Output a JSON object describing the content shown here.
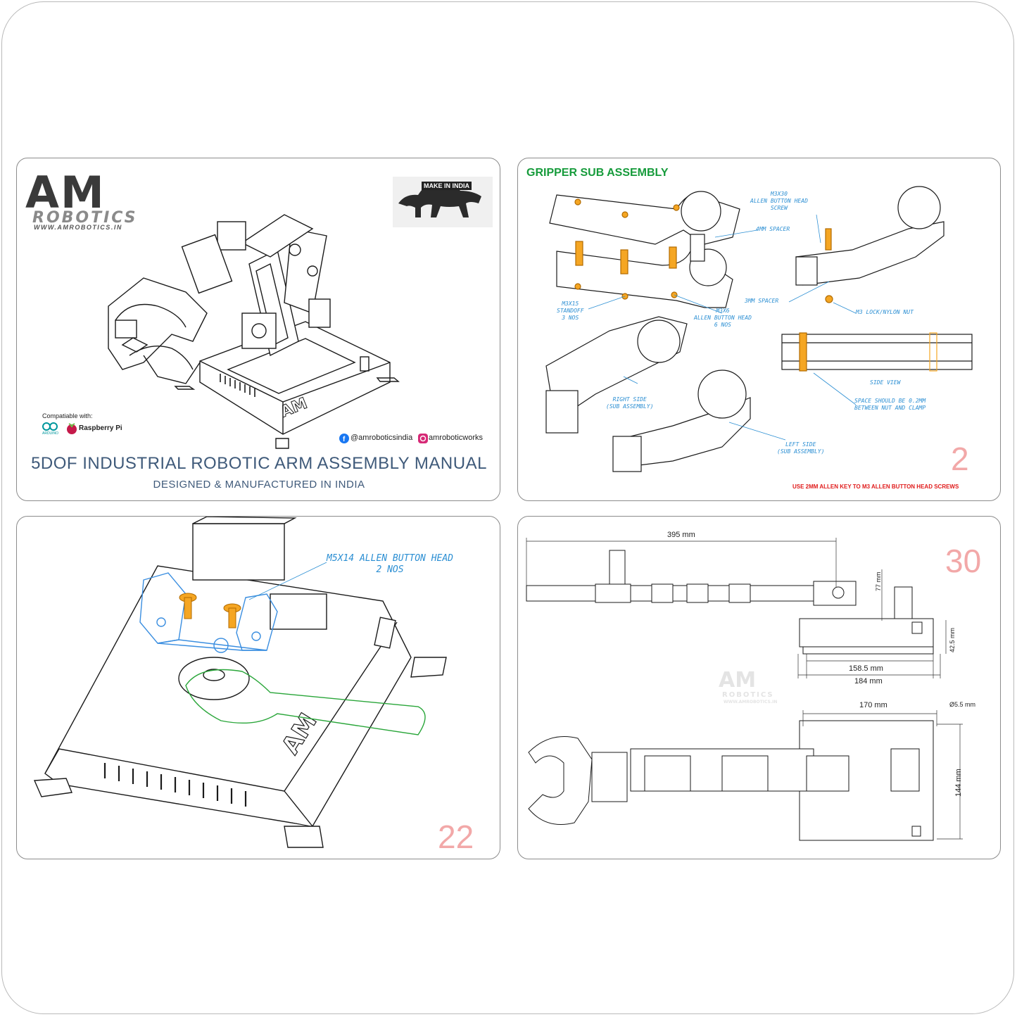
{
  "colors": {
    "title_blue": "#3f5a7a",
    "green_heading": "#169b3b",
    "annotation_blue": "#2c8fd3",
    "highlight_orange": "#f5a623",
    "page_number_pink": "#f2a8a8",
    "warning_red": "#e01b1b",
    "outline_green": "#2aa63a",
    "outline_blue": "#3a8ee0"
  },
  "cover": {
    "logo_letters": "AM",
    "logo_sub": "ROBOTICS",
    "logo_url": "WWW.AMROBOTICS.IN",
    "badge": "MAKE IN INDIA",
    "compatible_label": "Compatiable with:",
    "arduino_label": "ARDUINO",
    "raspberry_label": "Raspberry Pi",
    "facebook": "@amroboticsindia",
    "instagram": "amroboticworks",
    "product_mark": "AM",
    "title": "5DOF INDUSTRIAL ROBOTIC ARM ASSEMBLY MANUAL",
    "subtitle": "DESIGNED & MANUFACTURED IN INDIA",
    "icons": [
      "facebook-icon",
      "instagram-icon",
      "arduino-icon",
      "raspberry-pi-icon",
      "lion-icon"
    ]
  },
  "gripper": {
    "heading": "GRIPPER SUB ASSEMBLY",
    "labels": {
      "screw": "M3X30\nALLEN BUTTON HEAD\nSCREW",
      "spacer4": "4MM SPACER",
      "standoff": "M3X15\nSTANDOFF\n3 NOS",
      "allen6": "M3X6\nALLEN BUTTON HEAD\n6 NOS",
      "spacer3": "3MM SPACER",
      "locknut": "M3 LOCK/NYLON NUT",
      "side_view": "SIDE VIEW",
      "gap": "SPACE SHOULD BE 0.2MM\nBETWEEN NUT AND CLAMP",
      "right_side": "RIGHT SIDE\n(SUB ASSEMBLY)",
      "left_side": "LEFT SIDE\n(SUB ASSEMBLY)"
    },
    "page_number": "2",
    "note": "USE 2MM ALLEN KEY TO M3 ALLEN BUTTON HEAD SCREWS"
  },
  "base": {
    "label": "M5X14 ALLEN BUTTON HEAD\n2 NOS",
    "base_mark": "AM",
    "page_number": "22"
  },
  "dimensions": {
    "page_number": "30",
    "d395": "395 mm",
    "d77": "77 mm",
    "d42": "42.5 mm",
    "d158": "158.5 mm",
    "d184": "184 mm",
    "d170": "170 mm",
    "d55": "Ø5.5 mm",
    "d144": "144 mm",
    "watermark": "AM",
    "watermark_sub": "ROBOTICS",
    "watermark_url": "WWW.AMROBOTICS.IN"
  }
}
